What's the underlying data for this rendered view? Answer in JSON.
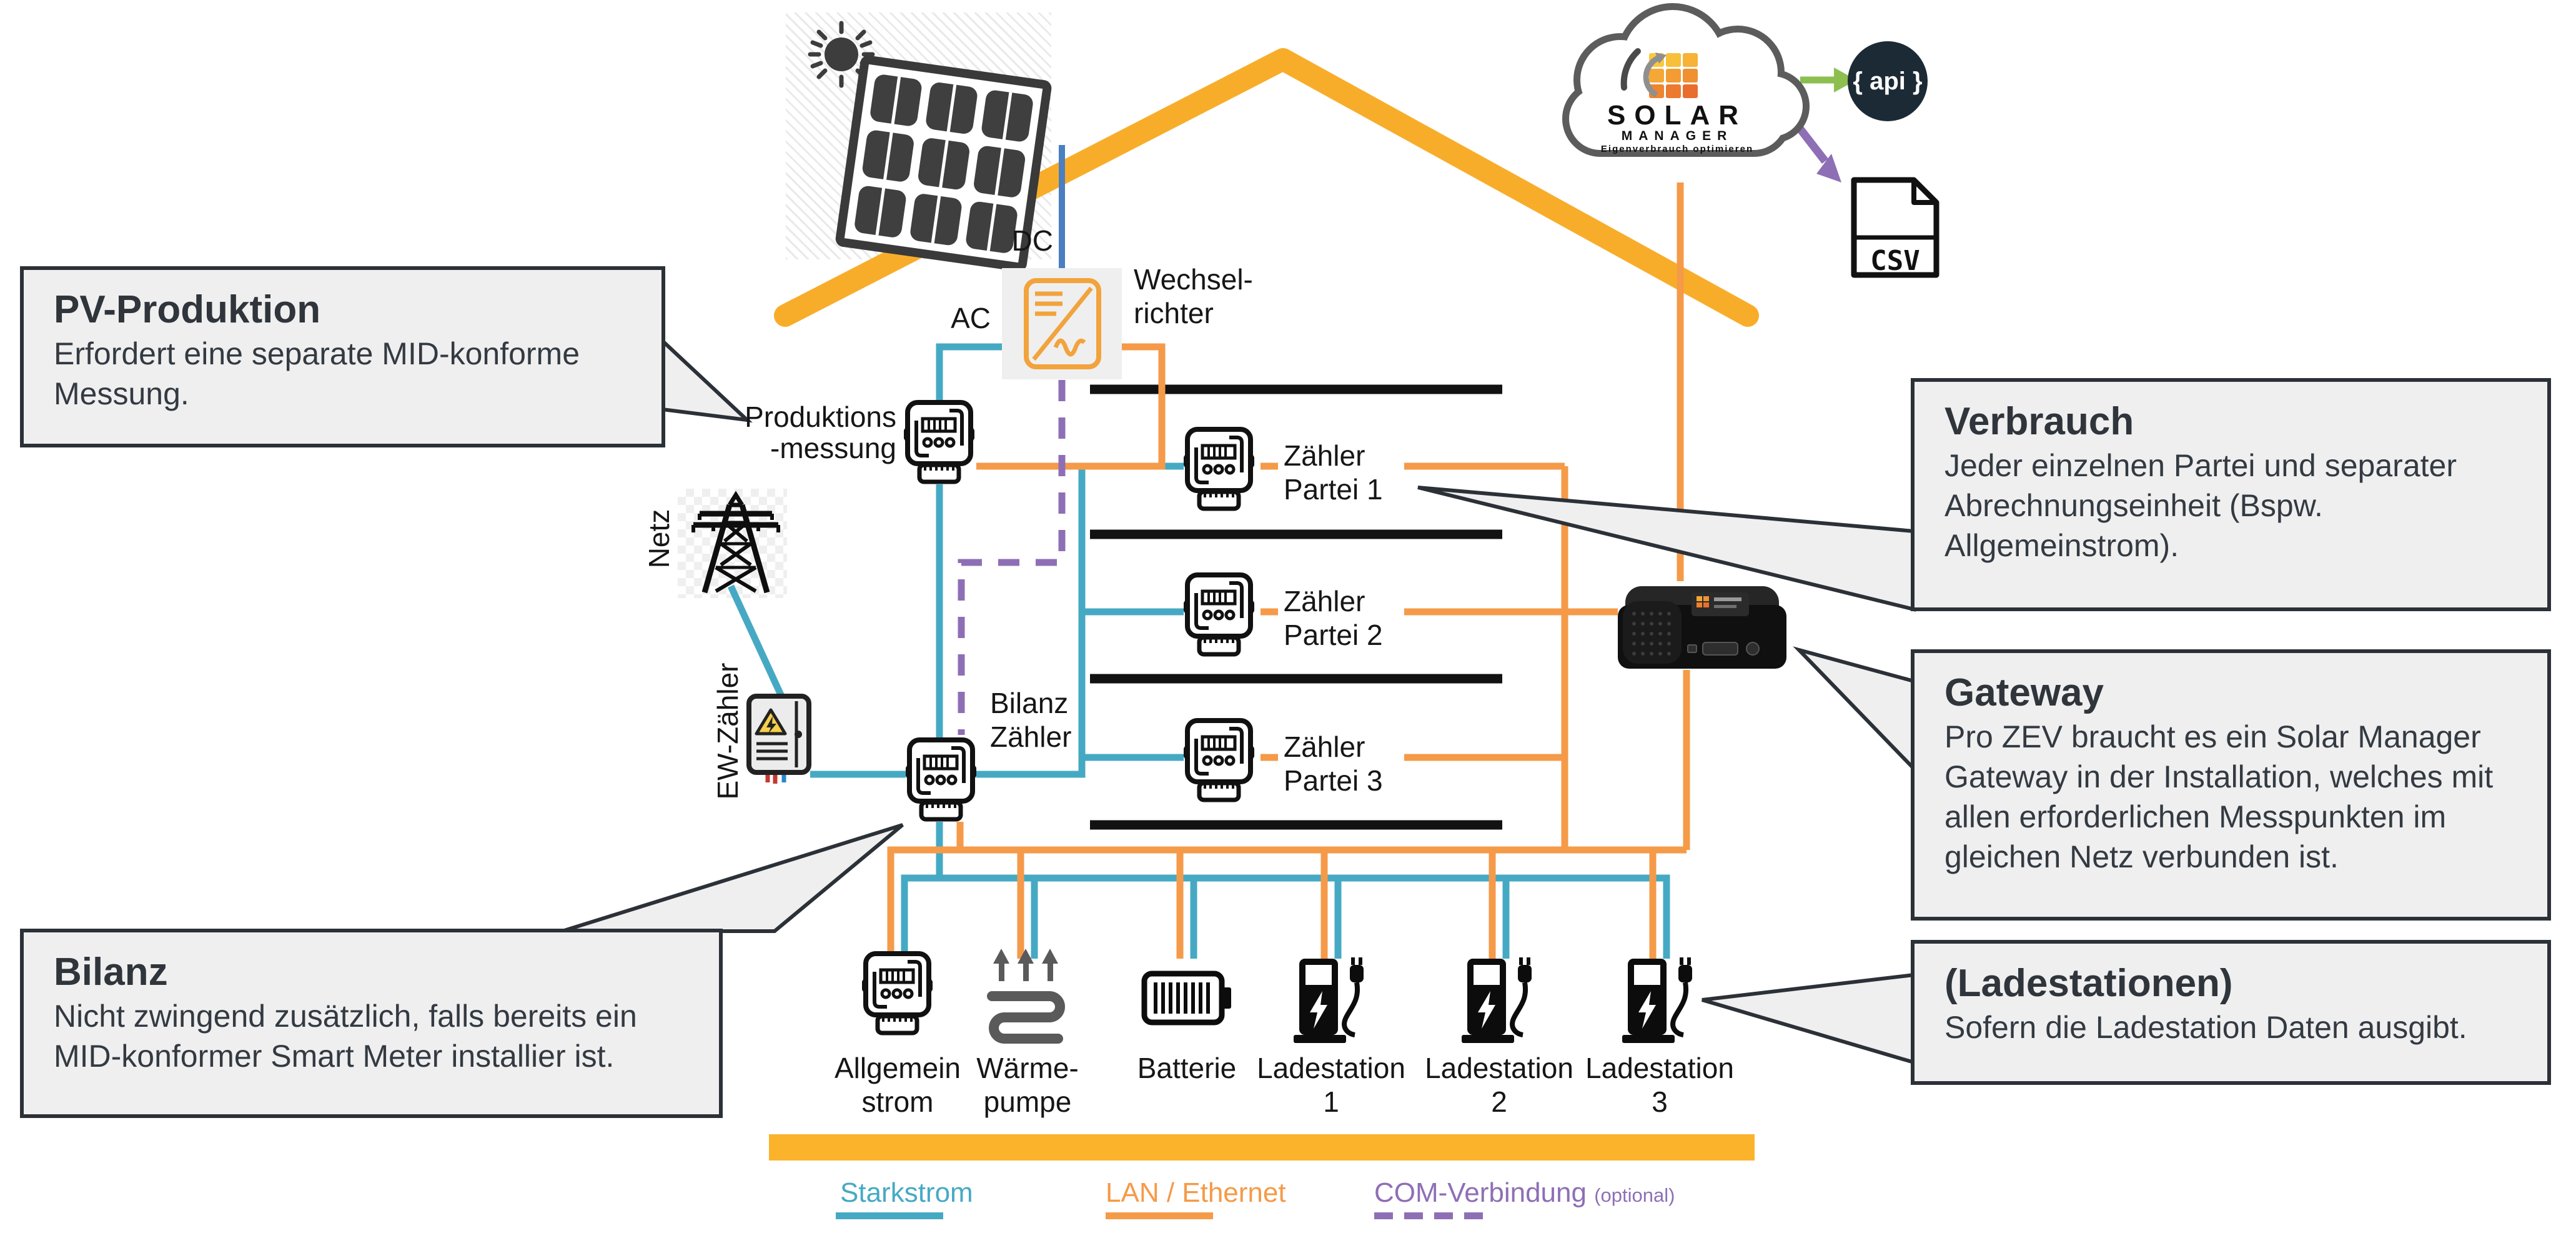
{
  "diagram": {
    "pv": {
      "dc_label": "DC",
      "ac_label": "AC",
      "inverter_line1": "Wechsel-",
      "inverter_line2": "richter",
      "meter_line1": "Produktions",
      "meter_line2": "-messung"
    },
    "grid": {
      "netz_label": "Netz",
      "ew_label": "EW-Zähler"
    },
    "bilanz_meter": {
      "line1": "Bilanz",
      "line2": "Zähler"
    },
    "parties": [
      {
        "line1": "Zähler",
        "line2": "Partei 1"
      },
      {
        "line1": "Zähler",
        "line2": "Partei 2"
      },
      {
        "line1": "Zähler",
        "line2": "Partei 3"
      }
    ],
    "devices": [
      {
        "line1": "Allgemein",
        "line2": "strom"
      },
      {
        "line1": "Wärme-",
        "line2": "pumpe"
      },
      {
        "line1": "Batterie",
        "line2": ""
      },
      {
        "line1": "Ladestation",
        "line2": "1"
      },
      {
        "line1": "Ladestation",
        "line2": "2"
      },
      {
        "line1": "Ladestation",
        "line2": "3"
      }
    ],
    "cloud": {
      "brand_line1": "SOLAR",
      "brand_line2": "MANAGER",
      "tagline": "Eigenverbrauch optimieren"
    },
    "api_label": "{ api }",
    "csv_label": "CSV"
  },
  "callouts": {
    "pv": {
      "title": "PV-Produktion",
      "lines": [
        "Erfordert eine separate MID-konforme",
        "Messung."
      ]
    },
    "verbrauch": {
      "title": "Verbrauch",
      "lines": [
        "Jeder einzelnen Partei und separater",
        "Abrechnungseinheit (Bspw.",
        "Allgemeinstrom)."
      ]
    },
    "gateway": {
      "title": "Gateway",
      "lines": [
        "Pro ZEV braucht es ein Solar Manager",
        "Gateway in der Installation, welches mit",
        "allen erforderlichen Messpunkten im",
        "gleichen Netz verbunden ist."
      ]
    },
    "bilanz": {
      "title": "Bilanz",
      "lines": [
        "Nicht zwingend zusätzlich, falls bereits ein",
        "MID-konformer Smart Meter installier ist."
      ]
    },
    "ladestationen": {
      "title": "(Ladestationen)",
      "lines": [
        "Sofern die Ladestation Daten ausgibt."
      ]
    }
  },
  "legend": {
    "items": [
      {
        "label": "Starkstrom",
        "suffix": "",
        "color": "#46a9c4",
        "style": "solid"
      },
      {
        "label": "LAN / Ethernet",
        "suffix": "",
        "color": "#f59a48",
        "style": "solid"
      },
      {
        "label": "COM-Verbindung",
        "suffix": "(optional)",
        "color": "#8e6fb5",
        "style": "dashed"
      }
    ]
  },
  "colors": {
    "starkstrom": "#46a9c4",
    "lan_ethernet": "#f59a48",
    "com_verbindung": "#8e6fb5",
    "roof": "#f8ad2a",
    "ground_bar": "#fcb32c",
    "dc_line": "#4a7fc1",
    "api_badge": "#1c2a35",
    "api_arrow": "#8cbf4f",
    "callout_bg": "#efeff0",
    "callout_border": "#2b3137"
  }
}
